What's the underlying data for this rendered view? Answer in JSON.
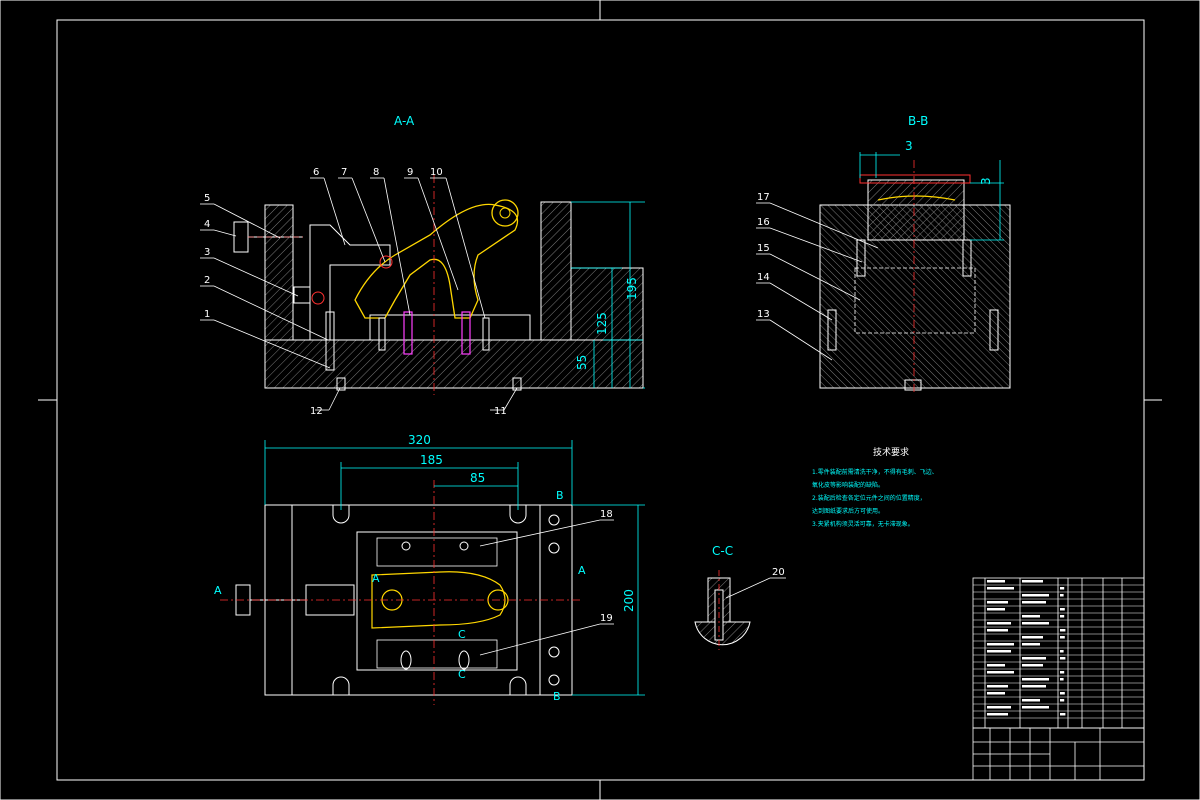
{
  "view_labels": {
    "section_aa": "A-A",
    "section_bb": "B-B",
    "section_cc": "C-C"
  },
  "section_marks": {
    "a_left": "A",
    "a_right": "A",
    "b_top": "B",
    "b_bottom": "B",
    "c_top": "C",
    "c_bottom": "C",
    "a_small": "A"
  },
  "part_numbers": {
    "p1": "1",
    "p2": "2",
    "p3": "3",
    "p4": "4",
    "p5": "5",
    "p6": "6",
    "p7": "7",
    "p8": "8",
    "p9": "9",
    "p10": "10",
    "p11": "11",
    "p12": "12",
    "p13": "13",
    "p14": "14",
    "p15": "15",
    "p16": "16",
    "p17": "17",
    "p18": "18",
    "p19": "19",
    "p20": "20"
  },
  "dimensions": {
    "h195": "195",
    "h125": "125",
    "h55": "55",
    "w320": "320",
    "w185": "185",
    "w85": "85",
    "h200": "200",
    "bb3_top": "3",
    "bb3_side": "3"
  },
  "tech_requirements": {
    "title": "技术要求",
    "lines": [
      "1.零件装配前需清洗干净，不得有毛刺、飞边、",
      "氧化皮等影响装配的缺陷。",
      "2.装配后检查各定位元件之间的位置精度，",
      "达到图纸要求后方可使用。",
      "3.夹紧机构须灵活可靠，无卡滞现象。"
    ]
  },
  "colors": {
    "cyan": "#00ffff",
    "white": "#ffffff",
    "red": "#ff3030",
    "yellow": "#ffd700",
    "magenta": "#ff40ff",
    "gray": "#888888"
  }
}
